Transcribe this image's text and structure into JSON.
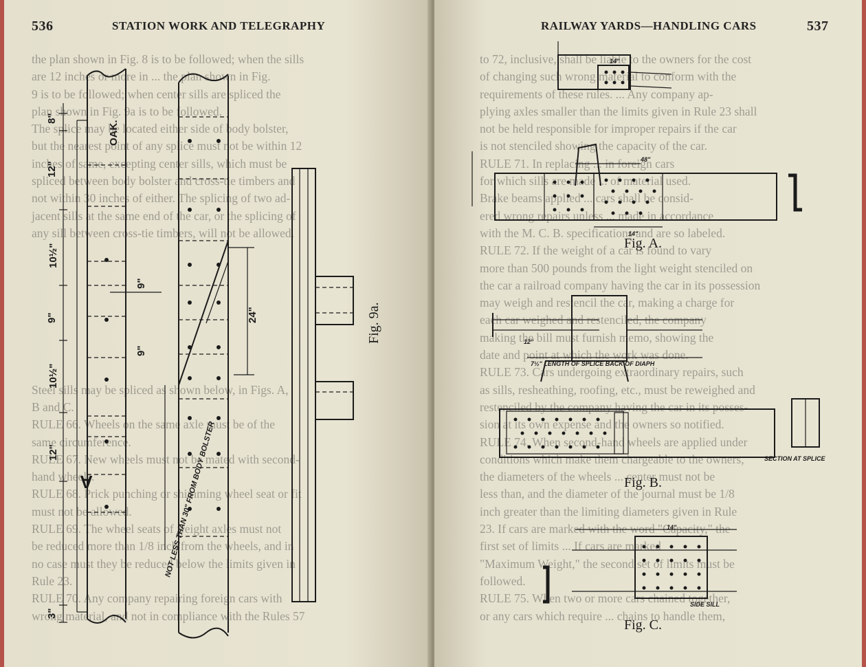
{
  "left_page": {
    "page_number": "536",
    "running_head": "STATION WORK AND TELEGRAPHY",
    "bleed_text": [
      "the plan shown in Fig. 8 is to be followed; when the sills",
      "are 12 inches or more in ... the plan shown in Fig.",
      "9 is to be followed; when center sills are spliced the",
      "plan shown in Fig. 9a is to be followed.",
      "The splice may be located either side of body bolster,",
      "but the nearest point of any splice must not be within 12",
      "inches of same, excepting center sills, which must be",
      "spliced between body bolster and cross-tie timbers and",
      "not within 30 inches of either. The splicing of two ad-",
      "jacent sills at the same end of the car, or the splicing of",
      "any sill between cross-tie timbers, will not be allowed.",
      "",
      "",
      "",
      "",
      "",
      "",
      "",
      "",
      "Steel sills may be spliced as shown below, in Figs. A,",
      "B and C.",
      "RULE 66. Wheels on the same axle must be of the",
      "same circumference.",
      "RULE 67. New wheels must not be mated with second-",
      "hand wheels.",
      "RULE 68. Prick punching or shimming wheel seat or fit",
      "must not be allowed.",
      "RULE 69. The wheel seats of freight axles must not",
      "be reduced more than 1/8 inch from the wheels, and in",
      "no case must they be reduced below the limits given in",
      "Rule 23.",
      "RULE 70. Any company repairing foreign cars with",
      "wrong material, and not in compliance with the Rules 57"
    ],
    "figure_caption": "Fig. 9a.",
    "drawing_labels": {
      "oak": "OAK.",
      "dim_8": "8\"",
      "dim_12a": "12\"",
      "dim_10a": "10½\"",
      "dim_9a": "9\"",
      "dim_10b": "10½\"",
      "dim_12b": "12\"",
      "dim_3": "3\"",
      "dim_9b": "9\"",
      "dim_9c": "9\"",
      "dim_24": "24\"",
      "letter_a": "A",
      "note": "NOT LESS THAN 30\" FROM BODY BOLSTER"
    }
  },
  "right_page": {
    "page_number": "537",
    "running_head": "RAILWAY YARDS—HANDLING CARS",
    "bleed_text": [
      "to 72, inclusive, shall be liable to the owners for the cost",
      "of changing such wrong material to conform with the",
      "requirements of these rules. ... Any company ap-",
      "plying axles smaller than the limits given in Rule 23 shall",
      "not be held responsible for improper repairs if the car",
      "is not stenciled showing the capacity of the car.",
      "RULE 71. In replacing ... in foreign cars",
      "for which sills are made ... of material used.",
      "Brake beams applied ... cars shall be consid-",
      "ered wrong repairs unless ... made in accordance",
      "with the M. C. B. specifications and are so labeled.",
      "RULE 72. If the weight of a car is found to vary",
      "more than 500 pounds from the light weight stenciled on",
      "the car a railroad company having the car in its possession",
      "may weigh and restencil the car, making a charge for",
      "each car weighed and restenciled, the company",
      "making the bill must furnish memo, showing the",
      "date and point at which the work was done.",
      "RULE 73. Cars undergoing extraordinary repairs, such",
      "as sills, resheathing, roofing, etc., must be reweighed and",
      "restenciled by the company having the car in its posses-",
      "sion at its own expense and the owners so notified.",
      "RULE 74. When second-hand wheels are applied under",
      "conditions which make them chargeable to the owners,",
      "the diameters of the wheels ... center must not be",
      "less than, and the diameter of the journal must be 1/8",
      "inch greater than the limiting diameters given in Rule",
      "23. If cars are marked with the word \"Capacity,\" the",
      "first set of limits ... If cars are marked",
      "\"Maximum Weight,\" the second set of limits must be",
      "followed.",
      "RULE 75. When two or more cars chained together,",
      "or any cars which require ... chains to handle them,"
    ],
    "figures": {
      "fig_a": "Fig. A.",
      "fig_b": "Fig. B.",
      "fig_c": "Fig. C."
    },
    "drawing_labels": {
      "a_14": "14\"",
      "a_48": "48\"",
      "a_14b": "14\"",
      "b_12": "12\"",
      "b_length": "7½\" LENGTH OF SPLICE BACK OF DIAPH",
      "b_section": "SECTION AT SPLICE",
      "c_14": "14\"",
      "c_side_sill": "SIDE SILL"
    }
  },
  "colors": {
    "paper": "#e6e2d0",
    "ink": "#1b1b1b",
    "edge": "#b5524a"
  }
}
